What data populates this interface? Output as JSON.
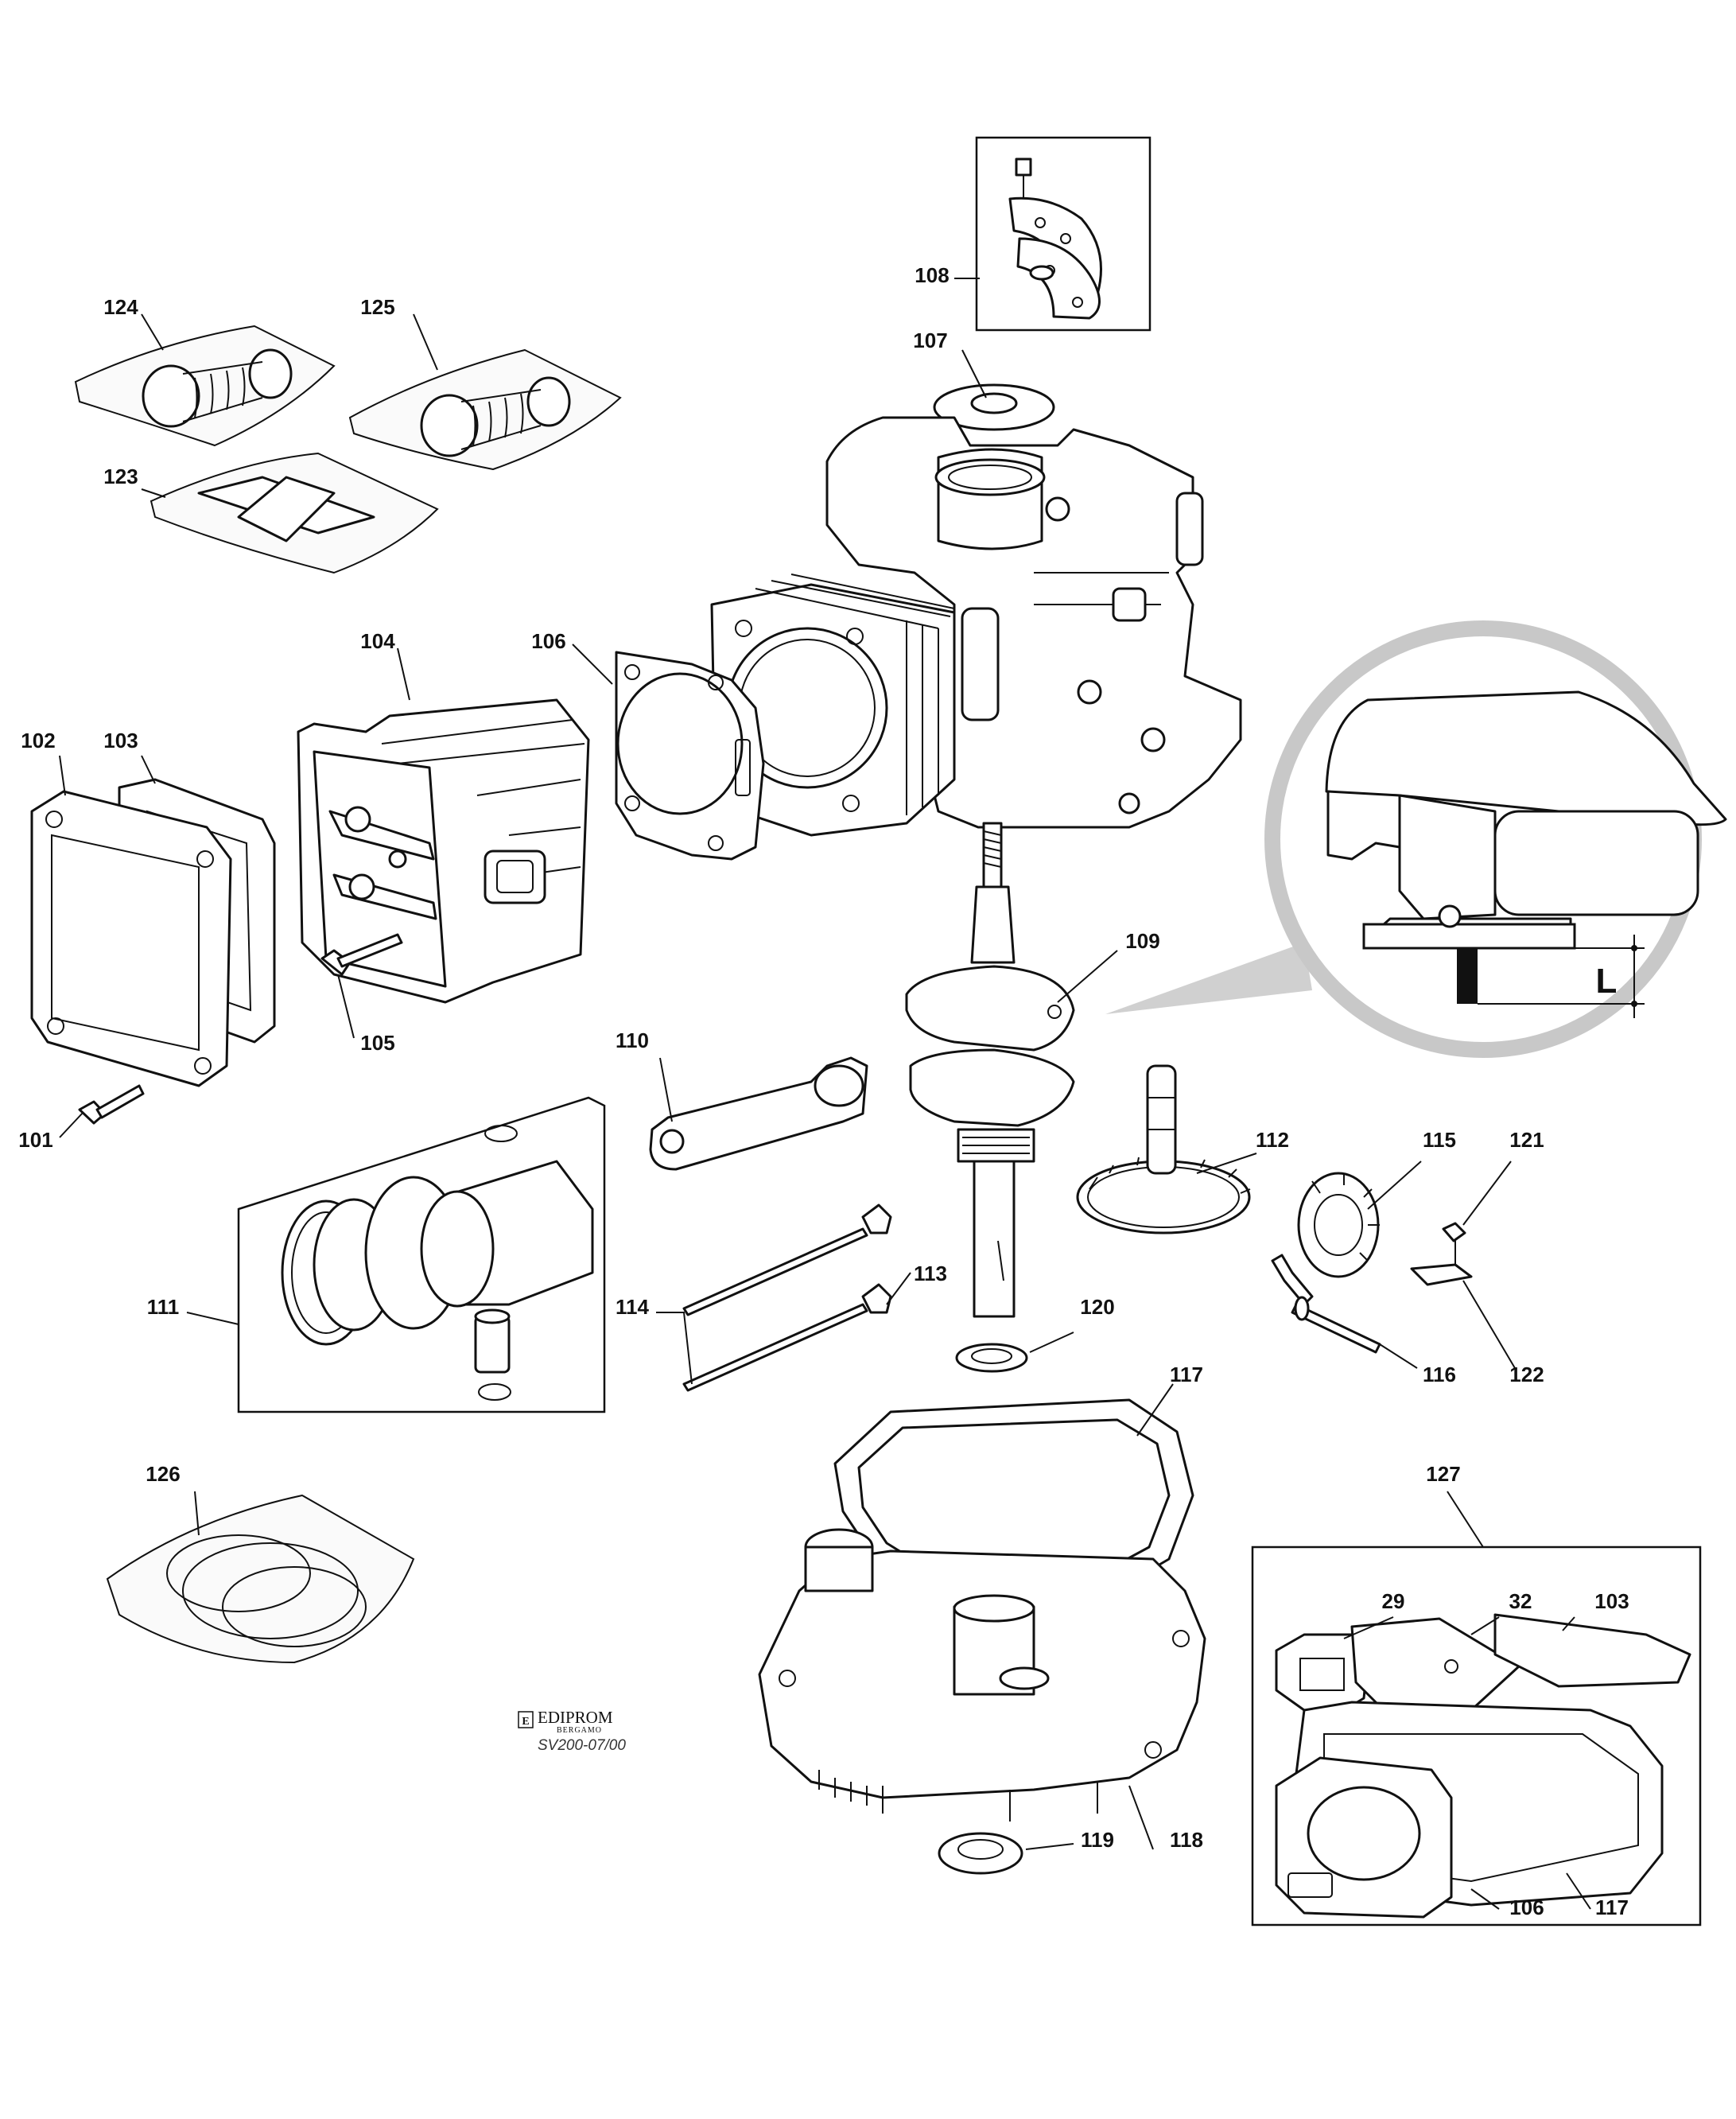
{
  "callouts": [
    {
      "id": "101",
      "label": "101"
    },
    {
      "id": "102",
      "label": "102"
    },
    {
      "id": "103",
      "label": "103"
    },
    {
      "id": "104",
      "label": "104"
    },
    {
      "id": "105",
      "label": "105"
    },
    {
      "id": "106",
      "label": "106"
    },
    {
      "id": "107",
      "label": "107"
    },
    {
      "id": "108",
      "label": "108"
    },
    {
      "id": "109",
      "label": "109"
    },
    {
      "id": "110",
      "label": "110"
    },
    {
      "id": "111",
      "label": "111"
    },
    {
      "id": "112",
      "label": "112"
    },
    {
      "id": "113",
      "label": "113"
    },
    {
      "id": "114",
      "label": "114"
    },
    {
      "id": "115",
      "label": "115"
    },
    {
      "id": "116",
      "label": "116"
    },
    {
      "id": "117",
      "label": "117"
    },
    {
      "id": "118",
      "label": "118"
    },
    {
      "id": "119",
      "label": "119"
    },
    {
      "id": "120",
      "label": "120"
    },
    {
      "id": "121",
      "label": "121"
    },
    {
      "id": "122",
      "label": "122"
    },
    {
      "id": "123",
      "label": "123"
    },
    {
      "id": "124",
      "label": "124"
    },
    {
      "id": "125",
      "label": "125"
    },
    {
      "id": "126",
      "label": "126"
    },
    {
      "id": "127",
      "label": "127"
    },
    {
      "id": "k29",
      "label": "29"
    },
    {
      "id": "k32",
      "label": "32"
    },
    {
      "id": "k103",
      "label": "103"
    },
    {
      "id": "k106",
      "label": "106"
    },
    {
      "id": "k117",
      "label": "117"
    }
  ],
  "detail": {
    "dimension_label": "L"
  },
  "footer": {
    "brand": "EDIPROM",
    "brand_sub": "BERGAMO",
    "drawing_code": "SV200-07/00"
  }
}
